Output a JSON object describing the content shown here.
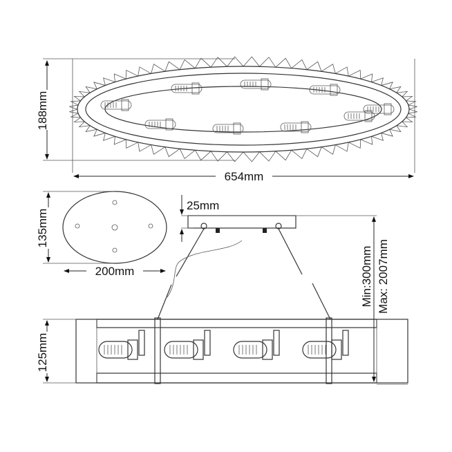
{
  "dimensions": {
    "height_top": "188mm",
    "length": "654mm",
    "canopy_depth": "135mm",
    "canopy_width": "200mm",
    "canopy_height": "25mm",
    "drop_min": "Min:300mm",
    "drop_max": "Max: 2007mm",
    "fixture_height": "125mm"
  },
  "colors": {
    "line": "#333333",
    "background": "#ffffff"
  }
}
